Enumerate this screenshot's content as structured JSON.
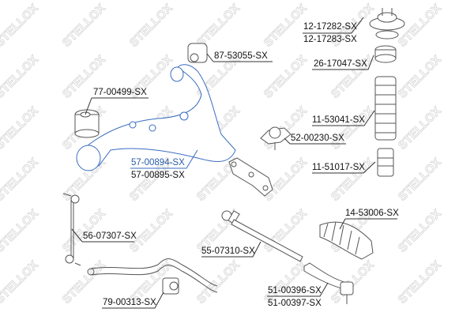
{
  "watermark": "STELLOX",
  "colors": {
    "highlight": "#2a5caa",
    "parts": "#555555",
    "highlighted_part": "#3a6cc0",
    "watermark": "#dcdcdc"
  },
  "labels": {
    "p12_17282": "12-17282-SX",
    "p12_17283": "12-17283-SX",
    "p87_53055": "87-53055-SX",
    "p26_17047": "26-17047-SX",
    "p77_00499": "77-00499-SX",
    "p11_53041": "11-53041-SX",
    "p52_00230": "52-00230-SX",
    "p57_00894": "57-00894-SX",
    "p57_00895": "57-00895-SX",
    "p11_51017": "11-51017-SX",
    "p14_53006": "14-53006-SX",
    "p56_07307": "56-07307-SX",
    "p55_07310": "55-07310-SX",
    "p51_00396": "51-00396-SX",
    "p51_00397": "51-00397-SX",
    "p79_00313": "79-00313-SX"
  },
  "highlighted": "57-00894-SX"
}
